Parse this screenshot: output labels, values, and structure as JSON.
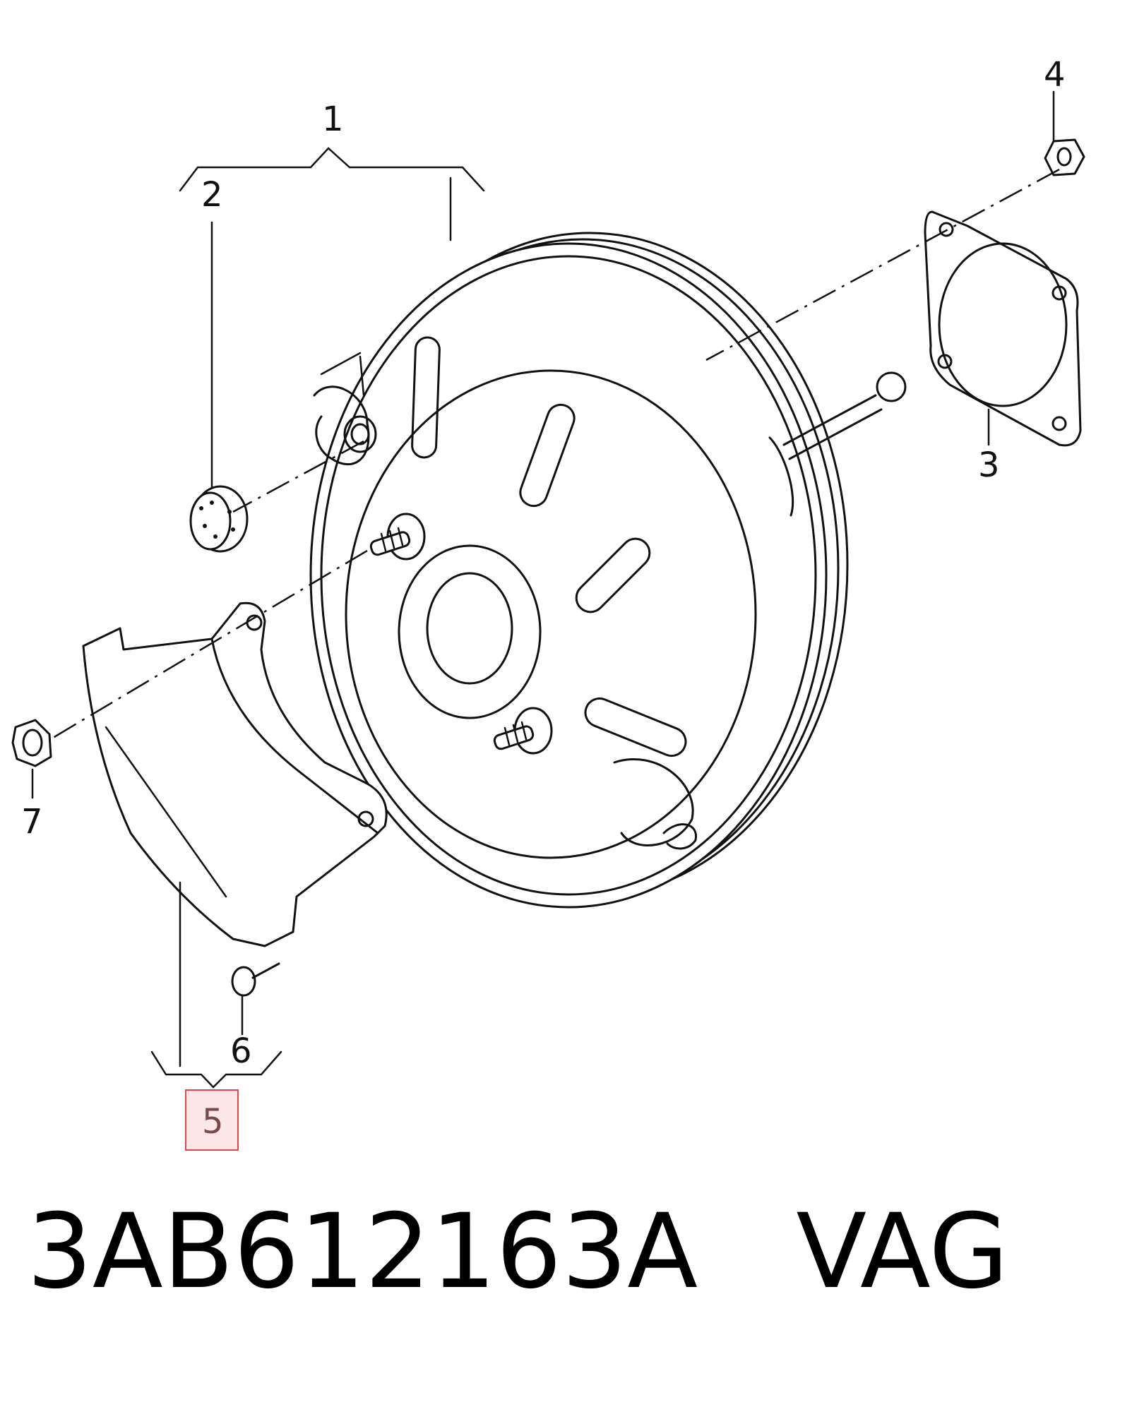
{
  "callouts": {
    "c1": "1",
    "c2": "2",
    "c3": "3",
    "c4": "4",
    "c5": "5",
    "c6": "6",
    "c7": "7"
  },
  "footer": {
    "part_number": "3AB612163A",
    "brand": "VAG",
    "text": "3AB612163A   VAG"
  },
  "colors": {
    "highlight_border": "#e0474c",
    "highlight_fill": "#fde6e8"
  }
}
